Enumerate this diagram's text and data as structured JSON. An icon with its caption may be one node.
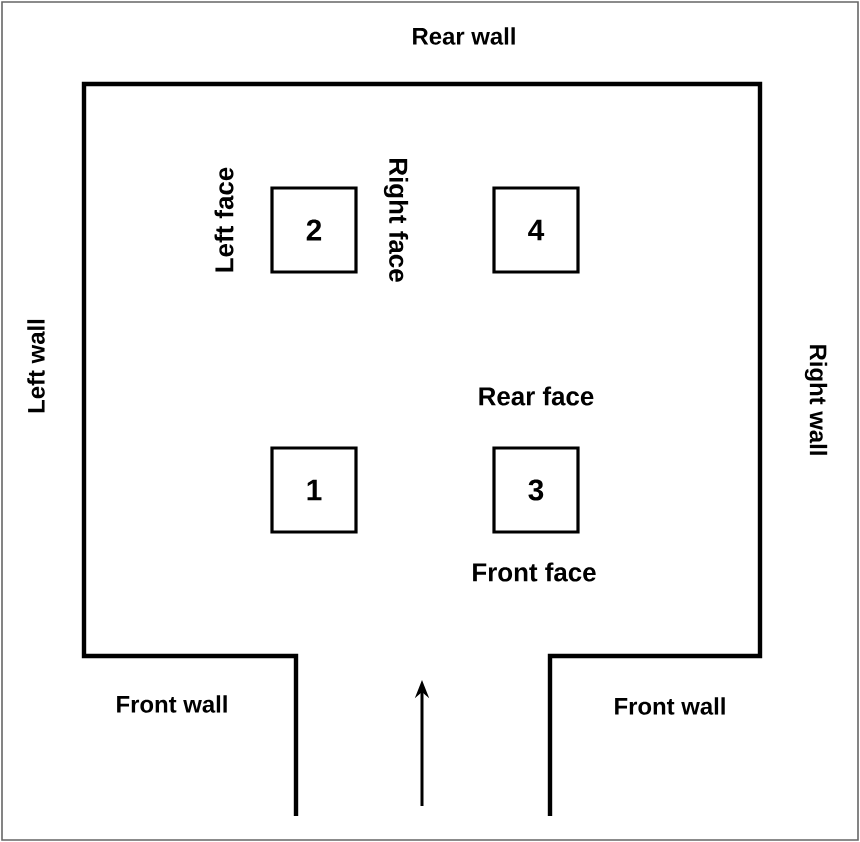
{
  "diagram": {
    "nodes": [
      {
        "text": [
          "2"
        ],
        "beside": [
          "Left face",
          "Right face"
        ]
      },
      {
        "text": [
          "4"
        ]
      },
      {
        "text": [
          "1"
        ]
      },
      {
        "text": [
          "3"
        ],
        "beside": [
          "Rear face",
          "Front face"
        ]
      }
    ],
    "labels": [
      "Rear wall",
      "Left wall",
      "Right wall",
      "Front wall",
      "Front wall"
    ]
  }
}
